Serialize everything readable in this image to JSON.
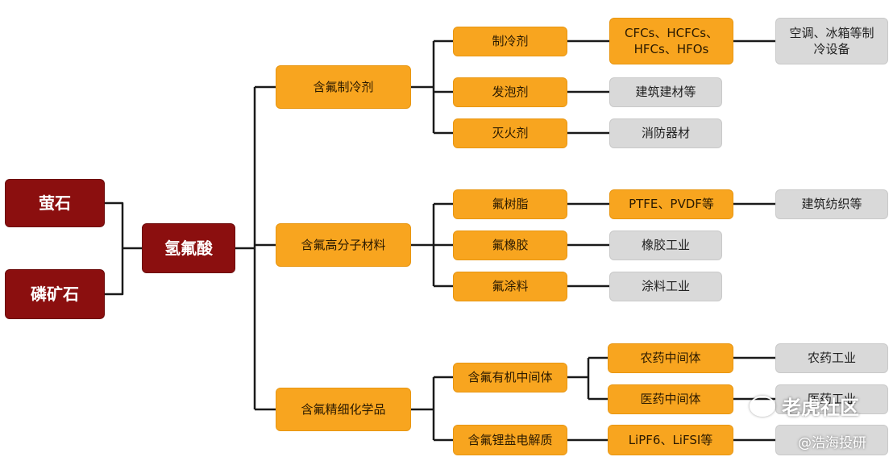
{
  "nodes": {
    "fluorite": "萤石",
    "phosphate": "磷矿石",
    "hf": "氢氟酸",
    "refrigerant_group": "含氟制冷剂",
    "polymer_group": "含氟高分子材料",
    "fine_chem_group": "含氟精细化学品",
    "refrigerant": "制冷剂",
    "foaming": "发泡剂",
    "extinguish": "灭火剂",
    "fluororesin": "氟树脂",
    "fluororubber": "氟橡胶",
    "fluorocoating": "氟涂料",
    "organic_intermediate": "含氟有机中间体",
    "lithium_salt": "含氟锂盐电解质",
    "cfcs_line1": "CFCs、HCFCs、",
    "cfcs_line2": "HFCs、HFOs",
    "ptfe": "PTFE、PVDF等",
    "pesticide_intermediate": "农药中间体",
    "pharma_intermediate": "医药中间体",
    "lipf6": "LiPF6、LiFSI等",
    "aircon_line1": "空调、冰箱等制",
    "aircon_line2": "冷设备",
    "building_materials": "建筑建材等",
    "fire_equipment": "消防器材",
    "building_textile": "建筑纺织等",
    "rubber_industry": "橡胶工业",
    "coating_industry": "涂料工业",
    "pesticide_industry": "农药工业",
    "pharma_industry": "医药工业",
    "battery_industry": ""
  },
  "watermark": {
    "brand": "老虎社区",
    "handle": "@浩海投研"
  },
  "colors": {
    "raw_material": "#8b0f0f",
    "product": "#f8a51f",
    "application": "#d9d9d9",
    "connector": "#1a1a1a"
  }
}
